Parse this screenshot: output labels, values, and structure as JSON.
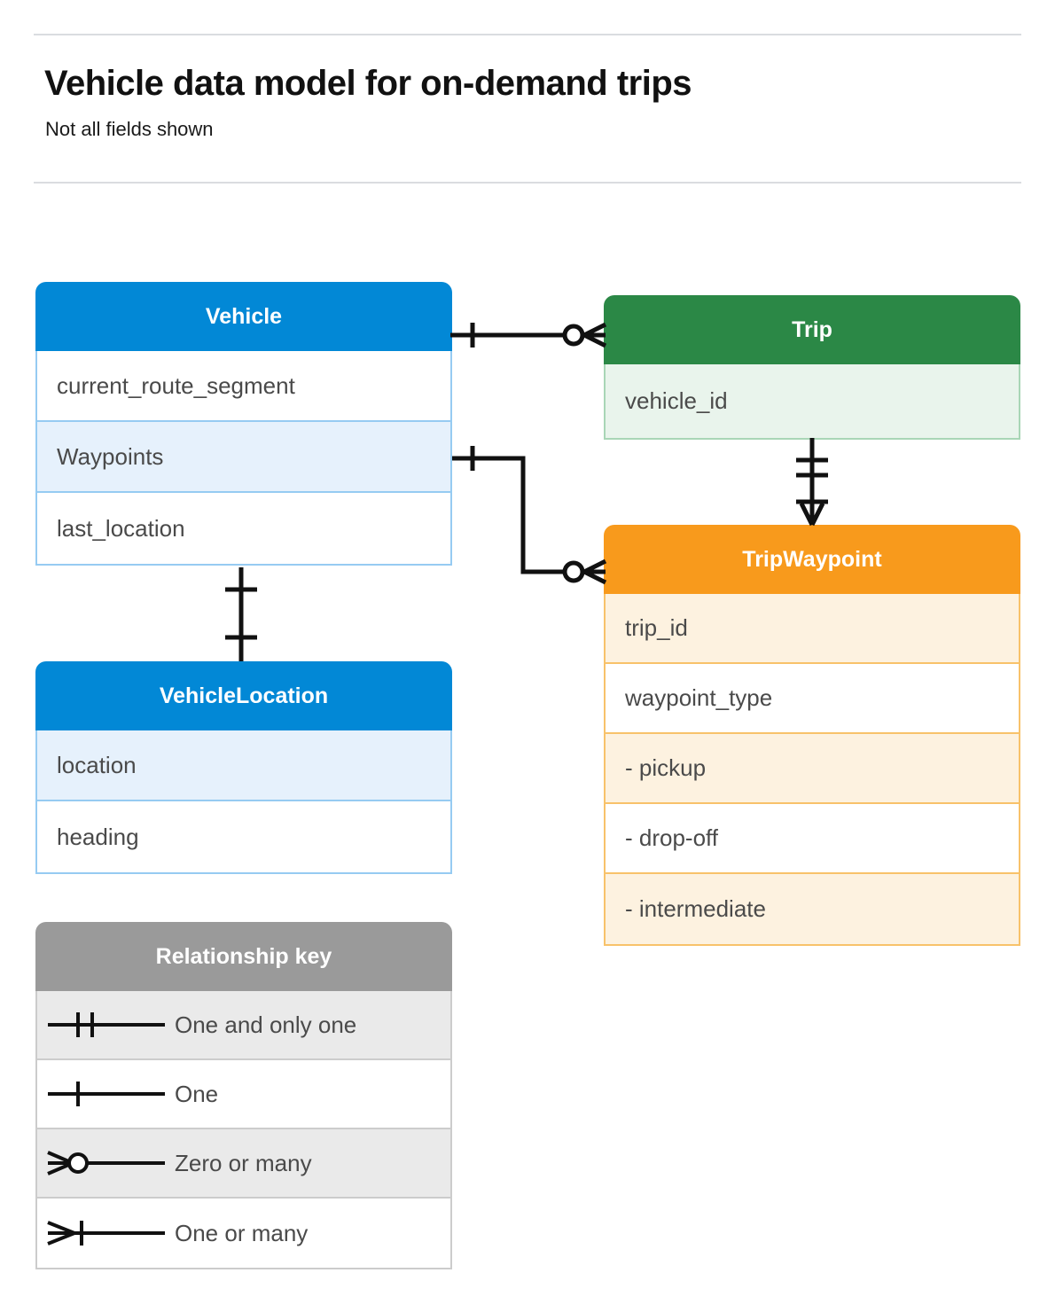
{
  "header": {
    "title": "Vehicle data model for on-demand trips",
    "subtitle": "Not all fields shown"
  },
  "colors": {
    "vehicle": "#0288d6",
    "trip": "#2b8846",
    "tripwaypoint": "#f89a1c",
    "legend": "#9a9a9a",
    "connector": "#111111",
    "rule": "#dadce0"
  },
  "entities": {
    "vehicle": {
      "name": "Vehicle",
      "fields": [
        {
          "label": "current_route_segment",
          "highlight": false
        },
        {
          "label": "Waypoints",
          "highlight": true
        },
        {
          "label": "last_location",
          "highlight": false
        }
      ]
    },
    "vehicle_location": {
      "name": "VehicleLocation",
      "fields": [
        {
          "label": "location",
          "highlight": true
        },
        {
          "label": "heading",
          "highlight": false
        }
      ]
    },
    "trip": {
      "name": "Trip",
      "fields": [
        {
          "label": "vehicle_id",
          "highlight": true
        }
      ]
    },
    "trip_waypoint": {
      "name": "TripWaypoint",
      "fields": [
        {
          "label": "trip_id",
          "highlight": true
        },
        {
          "label": "waypoint_type",
          "highlight": false
        },
        {
          "label": "-  pickup",
          "highlight": true
        },
        {
          "label": "-  drop-off",
          "highlight": false
        },
        {
          "label": "-  intermediate",
          "highlight": true
        }
      ]
    }
  },
  "legend": {
    "title": "Relationship key",
    "items": [
      {
        "label": "One and only one",
        "symbol": "one-and-only-one-symbol"
      },
      {
        "label": "One",
        "symbol": "one-symbol"
      },
      {
        "label": "Zero or many",
        "symbol": "zero-or-many-symbol"
      },
      {
        "label": "One or many",
        "symbol": "one-or-many-symbol"
      }
    ]
  },
  "relationships": [
    {
      "from": "Vehicle",
      "to": "Trip",
      "from_cardinality": "One",
      "to_cardinality": "Zero or many"
    },
    {
      "from": "Vehicle.Waypoints",
      "to": "TripWaypoint",
      "from_cardinality": "One",
      "to_cardinality": "Zero or many"
    },
    {
      "from": "Trip",
      "to": "TripWaypoint",
      "from_cardinality": "One and only one",
      "to_cardinality": "One or many"
    },
    {
      "from": "Vehicle",
      "to": "VehicleLocation",
      "from_cardinality": "One",
      "to_cardinality": "One"
    }
  ]
}
